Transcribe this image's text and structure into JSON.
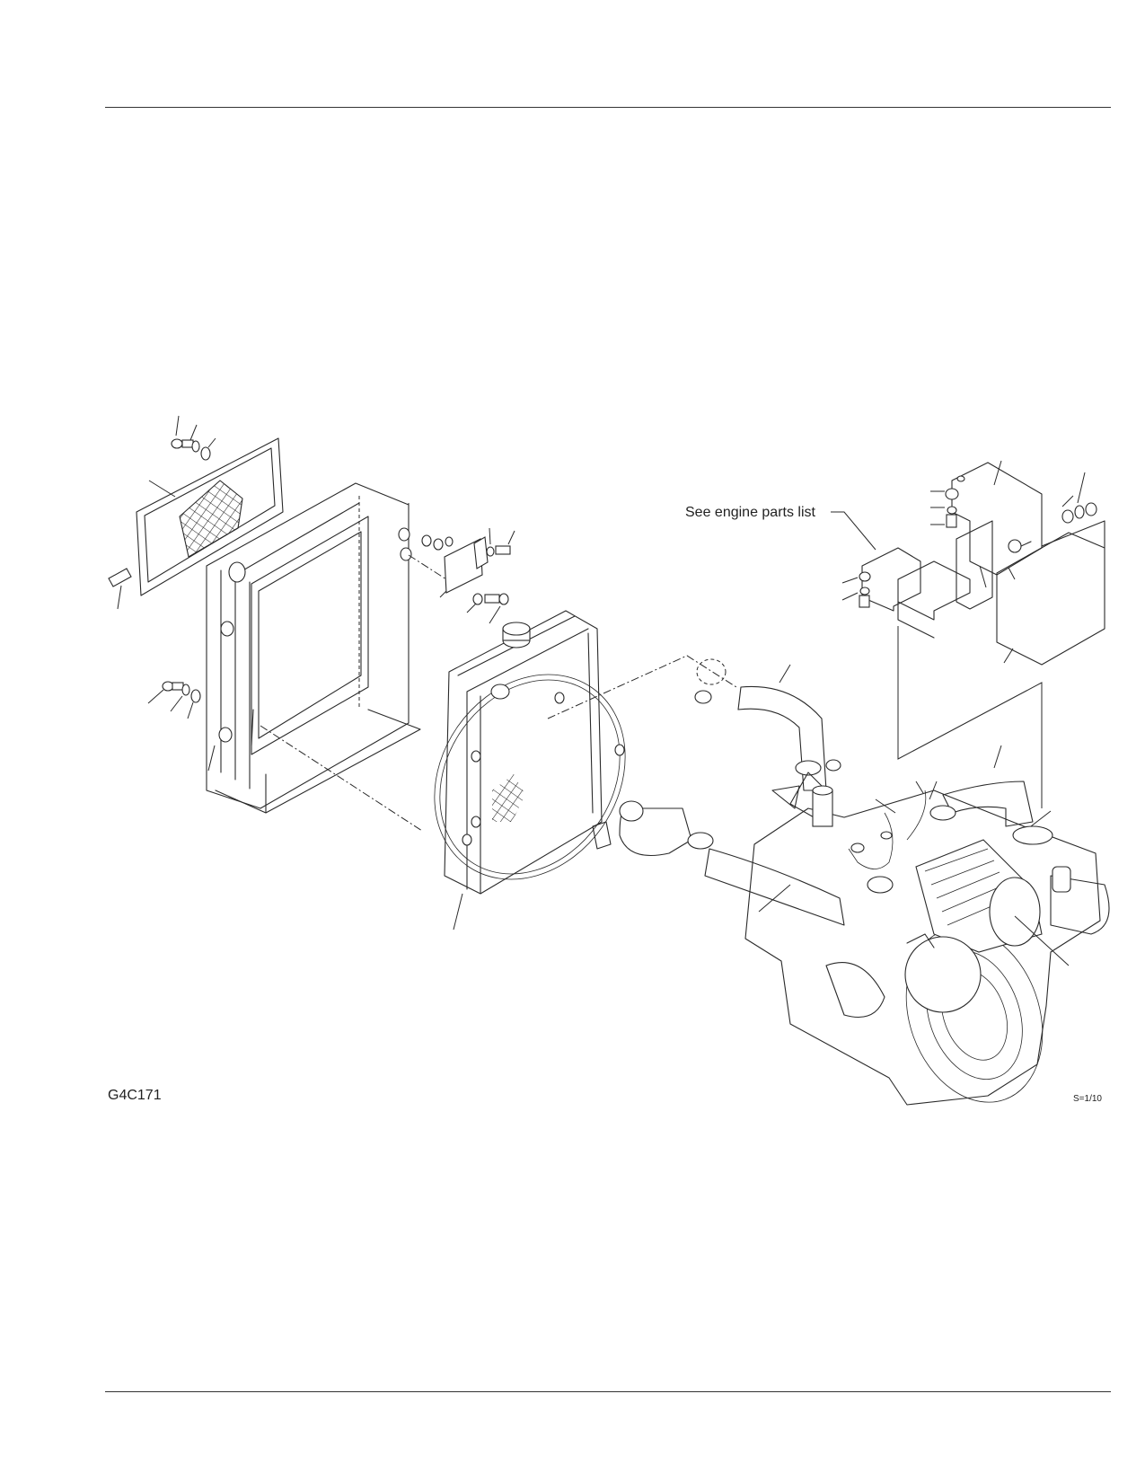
{
  "header": {
    "rule": true
  },
  "footer": {
    "rule": true
  },
  "diagram": {
    "figure_id": "G4C171",
    "scale": "S=1/10",
    "callout_engine": "See engine parts list"
  }
}
